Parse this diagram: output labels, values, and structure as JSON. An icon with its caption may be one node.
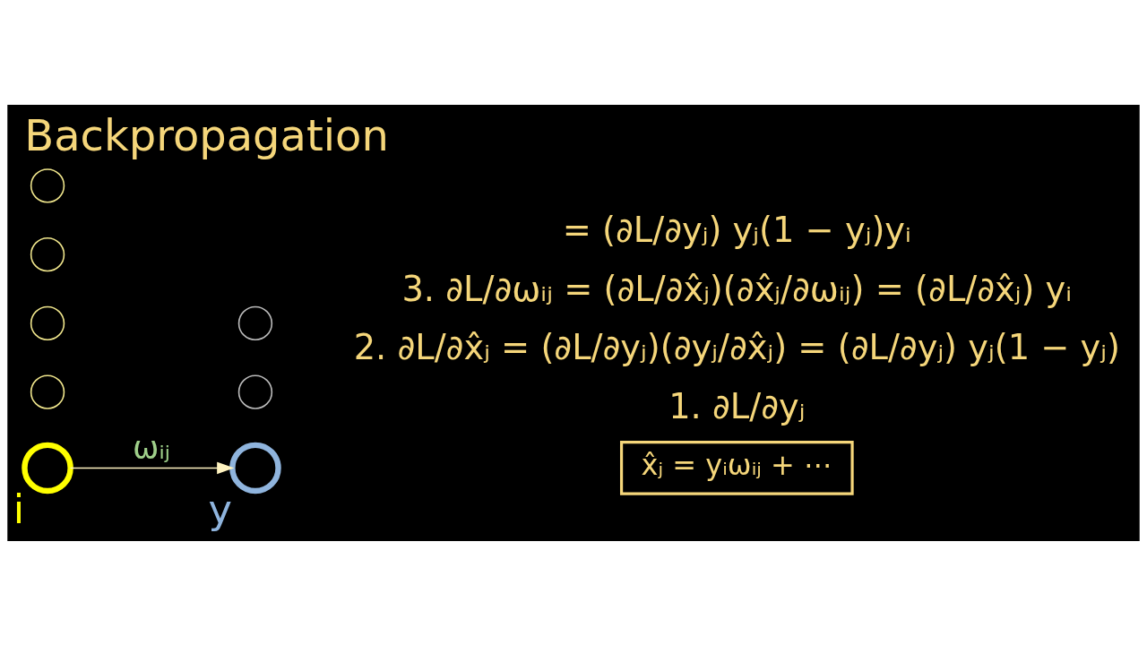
{
  "diagram": {
    "title": "Backpropagation",
    "nodes": [
      {
        "text": [],
        "shape": "circle",
        "beside": [
          "i"
        ]
      },
      {
        "text": [],
        "shape": "circle"
      },
      {
        "text": [],
        "shape": "circle"
      },
      {
        "text": [],
        "shape": "circle"
      },
      {
        "text": [],
        "shape": "circle"
      },
      {
        "text": [],
        "shape": "circle",
        "beside": [
          "y"
        ]
      },
      {
        "text": [],
        "shape": "circle"
      },
      {
        "text": [],
        "shape": "circle"
      },
      {
        "text": [
          "x̂ⱼ = yᵢωᵢⱼ + ⋯"
        ]
      }
    ],
    "edges": [
      {
        "from": 0,
        "to": 5,
        "arrow": "to",
        "label": "ωᵢⱼ"
      }
    ],
    "labels": [
      "1. ∂L/∂yⱼ",
      "2. ∂L/∂x̂ⱼ = (∂L/∂yⱼ)(∂yⱼ/∂x̂ⱼ) = (∂L/∂yⱼ) yⱼ(1 − yⱼ)",
      "3. ∂L/∂ωᵢⱼ = (∂L/∂x̂ⱼ)(∂x̂ⱼ/∂ωᵢⱼ) = (∂L/∂x̂ⱼ) yᵢ",
      "= (∂L/∂yⱼ) yⱼ(1 − yⱼ)yᵢ"
    ]
  }
}
